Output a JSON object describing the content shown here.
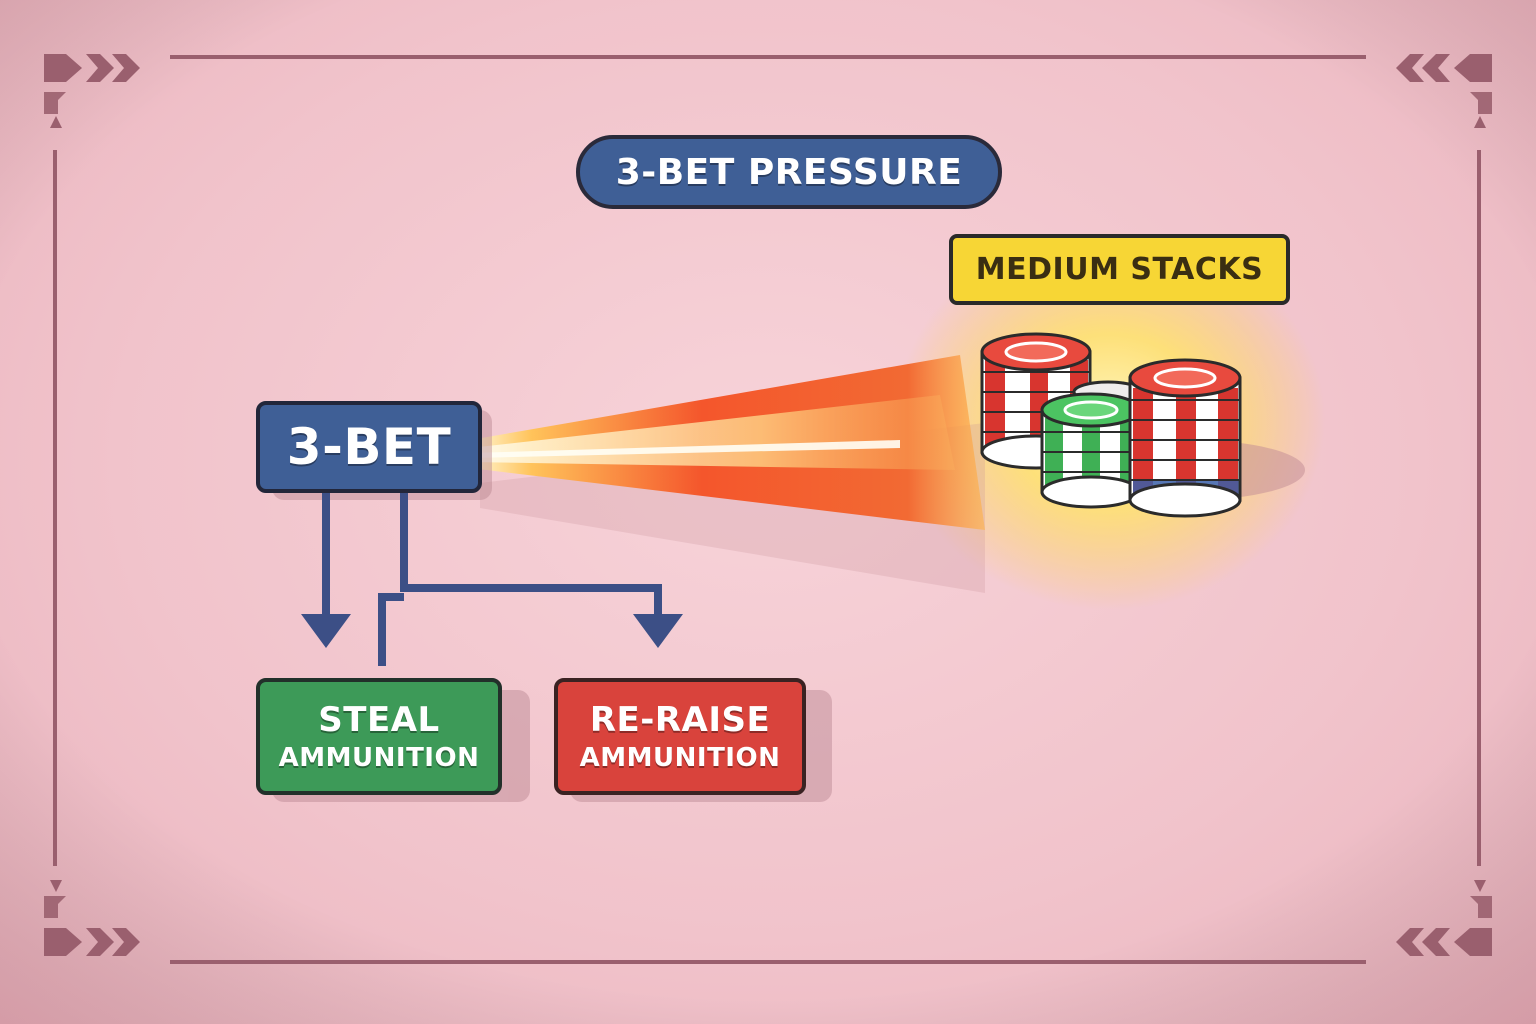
{
  "title": "3-BET PRESSURE",
  "stack_label": "MEDIUM STACKS",
  "main_node": "3-BET",
  "outcomes": [
    {
      "line1": "STEAL",
      "line2": "AMMUNITION"
    },
    {
      "line1": "RE-RAISE",
      "line2": "AMMUNITION"
    }
  ],
  "colors": {
    "background": "#f4c9d0",
    "frame": "#9a5f6e",
    "blue_box": "#3f5f96",
    "yellow_box": "#f7d635",
    "green_box": "#3d9a58",
    "red_box": "#d9433c",
    "arrow": "#3c4f86",
    "beam": "#f0542b"
  },
  "icons": [
    "poker-chip-stack-icon",
    "corner-chevron-icon"
  ]
}
